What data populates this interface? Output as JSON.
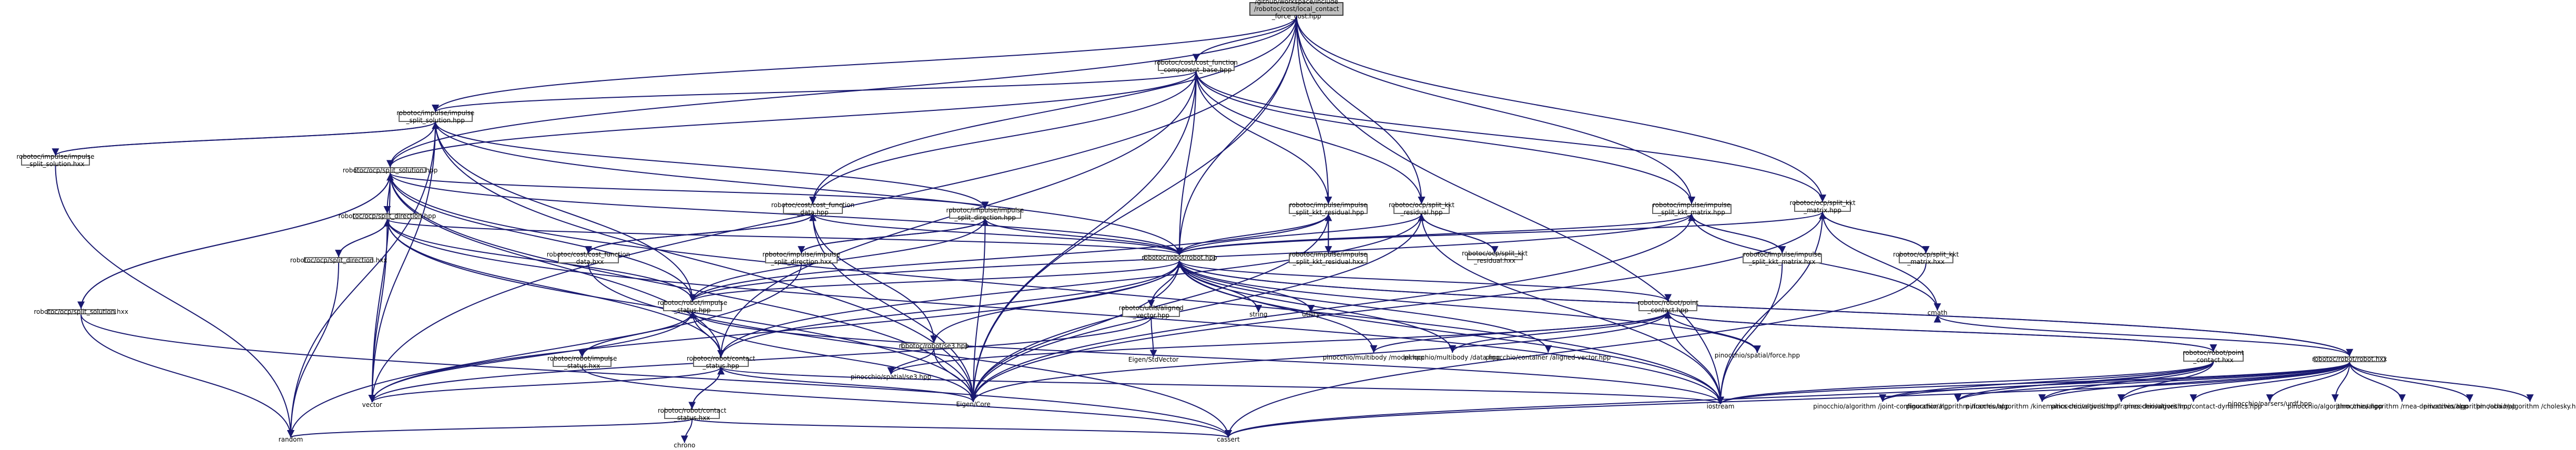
{
  "graph": {
    "edge_color": "#191970",
    "root_fill": "#bfbfbf",
    "nodes": {
      "root": "/github/workspace/include\n/robotoc/cost/local_contact\n_force_cost.hpp",
      "cost_function_component_base": "robotoc/cost/cost_function\n_component_base.hpp",
      "impulse_split_solution_hpp": "robotoc/impulse/impulse\n_split_solution.hpp",
      "impulse_split_solution_hxx": "robotoc/impulse/impulse\n_split_solution.hxx",
      "split_solution_hpp": "robotoc/ocp/split_solution.hpp",
      "split_direction_hpp": "robotoc/ocp/split_direction.hpp",
      "split_direction_hxx": "robotoc/ocp/split_direction.hxx",
      "split_solution_hxx": "robotoc/ocp/split_solution.hxx",
      "cost_function_data_hpp": "robotoc/cost/cost_function\n_data.hpp",
      "cost_function_data_hxx": "robotoc/cost/cost_function\n_data.hxx",
      "impulse_split_direction_hpp": "robotoc/impulse/impulse\n_split_direction.hpp",
      "impulse_split_direction_hxx": "robotoc/impulse/impulse\n_split_direction.hxx",
      "impulse_split_kkt_residual_hpp": "robotoc/impulse/impulse\n_split_kkt_residual.hpp",
      "impulse_split_kkt_residual_hxx": "robotoc/impulse/impulse\n_split_kkt_residual.hxx",
      "split_kkt_residual_hpp": "robotoc/ocp/split_kkt\n_residual.hpp",
      "split_kkt_residual_hxx": "robotoc/ocp/split_kkt\n_residual.hxx",
      "impulse_split_kkt_matrix_hpp": "robotoc/impulse/impulse\n_split_kkt_matrix.hpp",
      "impulse_split_kkt_matrix_hxx": "robotoc/impulse/impulse\n_split_kkt_matrix.hxx",
      "split_kkt_matrix_hpp": "robotoc/ocp/split_kkt\n_matrix.hpp",
      "split_kkt_matrix_hxx": "robotoc/ocp/split_kkt\n_matrix.hxx",
      "robot_hpp": "robotoc/robot/robot.hpp",
      "robot_hxx": "robotoc/robot/robot.hxx",
      "impulse_status_hpp": "robotoc/robot/impulse\n_status.hpp",
      "impulse_status_hxx": "robotoc/robot/impulse\n_status.hxx",
      "contact_status_hpp": "robotoc/robot/contact\n_status.hpp",
      "contact_status_hxx": "robotoc/robot/contact\n_status.hxx",
      "se3_hpp": "robotoc/robot/se3.hpp",
      "aligned_vector_hpp": "robotoc/utils/aligned\n_vector.hpp",
      "point_contact_hpp": "robotoc/robot/point\n_contact.hpp",
      "point_contact_hxx": "robotoc/robot/point\n_contact.hxx",
      "eigen_core": "Eigen/Core",
      "eigen_stdvector": "Eigen/StdVector",
      "vector": "vector",
      "random": "random",
      "cassert": "cassert",
      "iostream": "iostream",
      "cmath": "cmath",
      "string": "string",
      "utility": "utility",
      "chrono": "chrono",
      "pin_se3": "pinocchio/spatial/se3.hpp",
      "pin_force": "pinocchio/spatial/force.hpp",
      "pin_model": "pinocchio/multibody\n/model.hpp",
      "pin_data": "pinocchio/multibody\n/data.hpp",
      "pin_aligned_vector": "pinocchio/container\n/aligned-vector.hpp",
      "pin_joint_configuration": "pinocchio/algorithm\n/joint-configuration.hpp",
      "pin_frames": "pinocchio/algorithm\n/frames.hpp",
      "pin_kinematics_derivatives": "pinocchio/algorithm\n/kinematics-derivatives.hpp",
      "pin_frames_derivatives": "pinocchio/algorithm\n/frames-derivatives.hpp",
      "pin_contact_dynamics": "pinocchio/algorithm\n/contact-dynamics.hpp",
      "pin_urdf": "pinocchio/parsers/urdf.hpp",
      "pin_rnea": "pinocchio/algorithm\n/rnea.hpp",
      "pin_rnea_derivatives": "pinocchio/algorithm\n/rnea-derivatives.hpp",
      "pin_aba": "pinocchio/algorithm\n/aba.hpp",
      "pin_cholesky": "pinocchio/algorithm\n/cholesky.hpp"
    }
  }
}
